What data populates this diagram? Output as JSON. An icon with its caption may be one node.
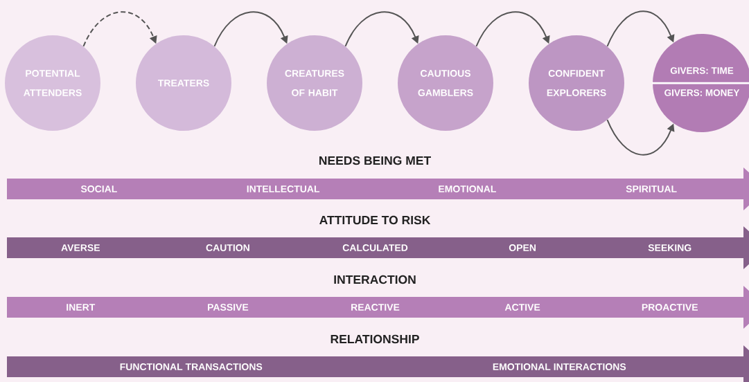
{
  "diagram": {
    "nodes": [
      {
        "text": [
          "POTENTIAL ATTENDERS"
        ]
      },
      {
        "text": [
          "TREATERS"
        ]
      },
      {
        "text": [
          "CREATURES OF HABIT"
        ]
      },
      {
        "text": [
          "CAUTIOUS GAMBLERS"
        ]
      },
      {
        "text": [
          "CONFIDENT EXPLORERS"
        ]
      },
      {
        "text": [
          "GIVERS: TIME",
          "GIVERS: MONEY"
        ]
      },
      {
        "text": [
          "NEEDS BEING MET",
          "SOCIAL",
          "INTELLECTUAL",
          "EMOTIONAL",
          "SPIRITUAL"
        ]
      },
      {
        "text": [
          "ATTITUDE TO RISK",
          "AVERSE",
          "CAUTION",
          "CALCULATED",
          "OPEN",
          "SEEKING"
        ]
      },
      {
        "text": [
          "INTERACTION",
          "INERT",
          "PASSIVE",
          "REACTIVE",
          "ACTIVE",
          "PROACTIVE"
        ]
      },
      {
        "text": [
          "RELATIONSHIP",
          "FUNCTIONAL TRANSACTIONS",
          "EMOTIONAL INTERACTIONS"
        ]
      }
    ],
    "edges": [
      {
        "from": 0,
        "to": 1,
        "arrow": "to",
        "style": "dashed"
      },
      {
        "from": 1,
        "to": 2,
        "arrow": "to"
      },
      {
        "from": 2,
        "to": 3,
        "arrow": "to"
      },
      {
        "from": 3,
        "to": 4,
        "arrow": "to"
      },
      {
        "from": 4,
        "to": 5,
        "arrow": "to"
      },
      {
        "from": 4,
        "to": 5,
        "arrow": "to"
      }
    ]
  }
}
